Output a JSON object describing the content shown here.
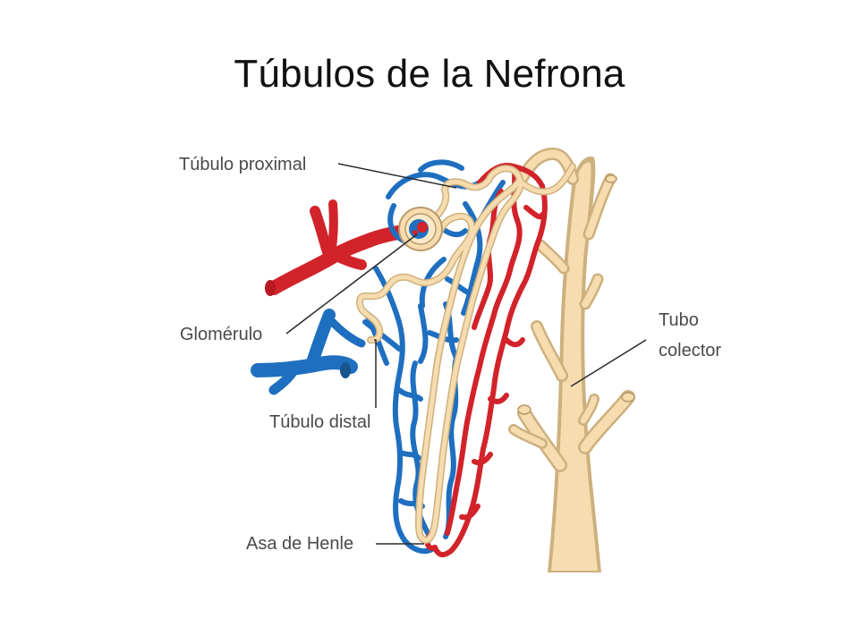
{
  "slide": {
    "title": "Túbulos de la Nefrona"
  },
  "labels": {
    "proximal": "Túbulo proximal",
    "glomerulus": "Glomérulo",
    "distal": "Túbulo distal",
    "henle": "Asa de Henle",
    "collector_line1": "Tubo",
    "collector_line2": "colector"
  },
  "colors": {
    "artery": "#d2232a",
    "vein": "#1f6fc0",
    "tubule_fill": "#f6dcae",
    "tubule_outline": "#cdb07e",
    "label_text": "#4a4a4a",
    "leader_line": "#2b2b2b"
  }
}
